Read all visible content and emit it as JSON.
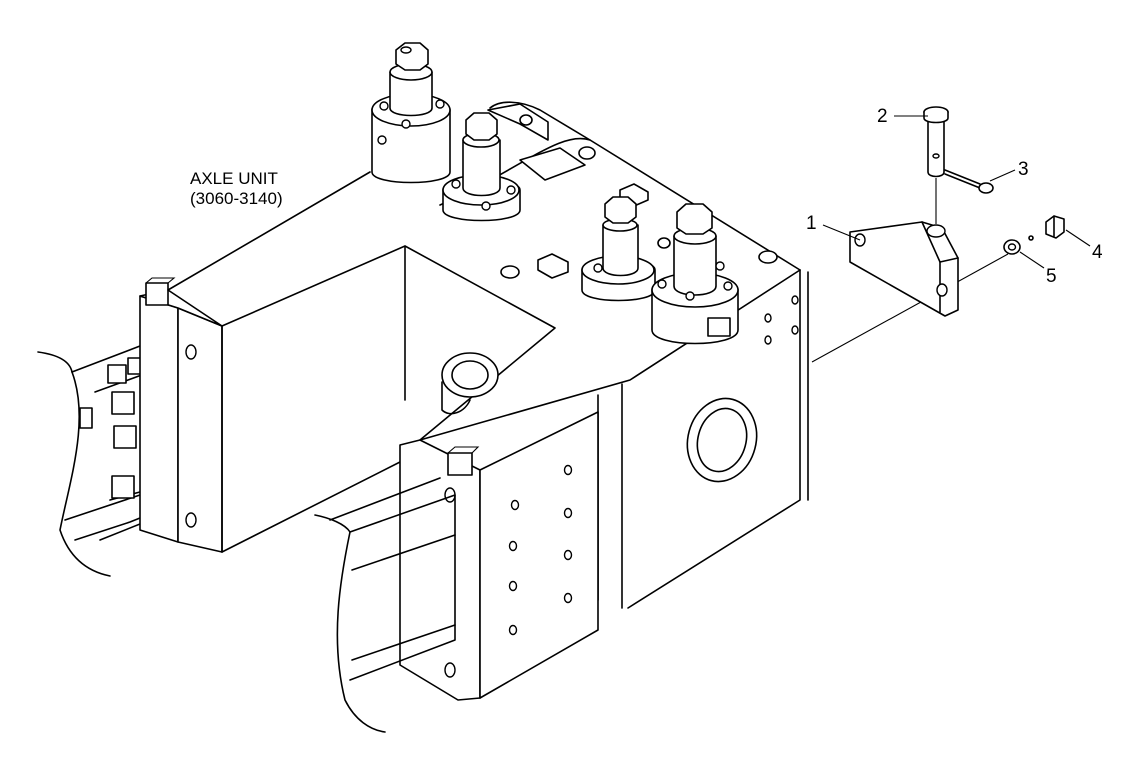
{
  "assembly": {
    "name_line1": "AXLE UNIT",
    "name_line2": "(3060-3140)"
  },
  "callouts": [
    {
      "label": "1",
      "part": "bracket"
    },
    {
      "label": "2",
      "part": "pin"
    },
    {
      "label": "3",
      "part": "cotter-pin"
    },
    {
      "label": "4",
      "part": "bolt"
    },
    {
      "label": "5",
      "part": "washer"
    }
  ]
}
